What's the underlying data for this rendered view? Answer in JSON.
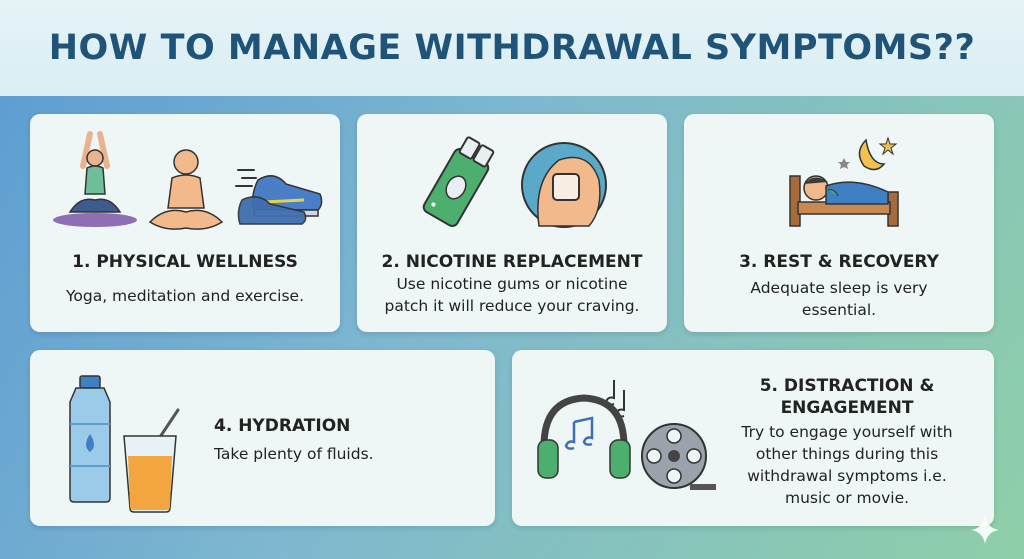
{
  "header": {
    "title": "HOW TO MANAGE WITHDRAWAL SYMPTOMS??"
  },
  "cards": [
    {
      "title": "1. PHYSICAL WELLNESS",
      "desc": "Yoga, meditation and exercise."
    },
    {
      "title": "2. NICOTINE REPLACEMENT",
      "desc_line1": "Use nicotine gums or nicotine",
      "desc_line2": "patch it will reduce your craving."
    },
    {
      "title": "3. REST & RECOVERY",
      "desc_line1": "Adequate sleep is very",
      "desc_line2": "essential."
    },
    {
      "title": "4. HYDRATION",
      "desc": "Take plenty of fluids."
    },
    {
      "title_line1": "5. DISTRACTION &",
      "title_line2": "ENGAGEMENT",
      "desc_line1": "Try to engage yourself with",
      "desc_line2": "other things during this",
      "desc_line3": "withdrawal symptoms i.e.",
      "desc_line4": "music or movie."
    }
  ],
  "colors": {
    "title": "#1f5478",
    "card_bg": "#eef6f6",
    "accent_green": "#4caf6e",
    "accent_blue": "#3f7fc4"
  },
  "icons": [
    "yoga-icon",
    "meditation-icon",
    "sneaker-icon",
    "nicotine-gum-icon",
    "nicotine-patch-icon",
    "sleeping-person-icon",
    "water-bottle-icon",
    "juice-glass-icon",
    "headphones-icon",
    "film-reel-icon",
    "sparkle-icon"
  ]
}
